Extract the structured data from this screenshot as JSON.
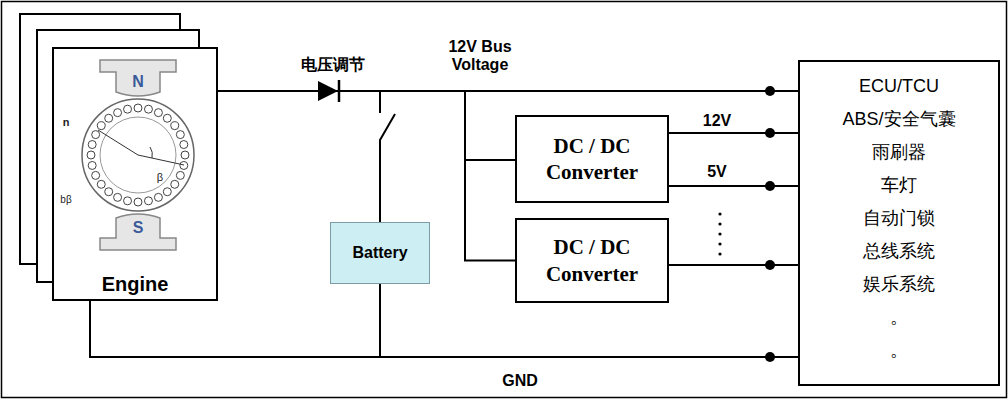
{
  "diagram": {
    "nodes": [
      {
        "text": [
          "Engine"
        ]
      },
      {
        "text": [
          "DC / DC Converter"
        ]
      },
      {
        "text": [
          "DC / DC Converter"
        ]
      },
      {
        "text": [
          "Battery"
        ]
      },
      {
        "text": [
          "ECU/TCU",
          "ABS/安全气囊",
          "雨刷器",
          "车灯",
          "自动门锁",
          "总线系统",
          "娱乐系统",
          "。",
          "。"
        ]
      }
    ],
    "edges": [
      {
        "from": 0,
        "to": 4,
        "arrow": "none"
      },
      {
        "from": 0,
        "to": 3,
        "arrow": "none"
      },
      {
        "from": 0,
        "to": 1,
        "arrow": "none"
      },
      {
        "from": 0,
        "to": 2,
        "arrow": "none"
      },
      {
        "from": 1,
        "to": 4,
        "label": "12V",
        "arrow": "none"
      },
      {
        "from": 1,
        "to": 4,
        "label": "5V",
        "arrow": "none"
      },
      {
        "from": 2,
        "to": 4,
        "arrow": "none"
      },
      {
        "from": 0,
        "to": 4,
        "label": "GND",
        "arrow": "none"
      },
      {
        "from": 3,
        "to": 4,
        "arrow": "none"
      }
    ],
    "labels": [
      "电压调节",
      "12V Bus Voltage",
      "N",
      "S",
      "n",
      "β",
      "bβ"
    ]
  }
}
